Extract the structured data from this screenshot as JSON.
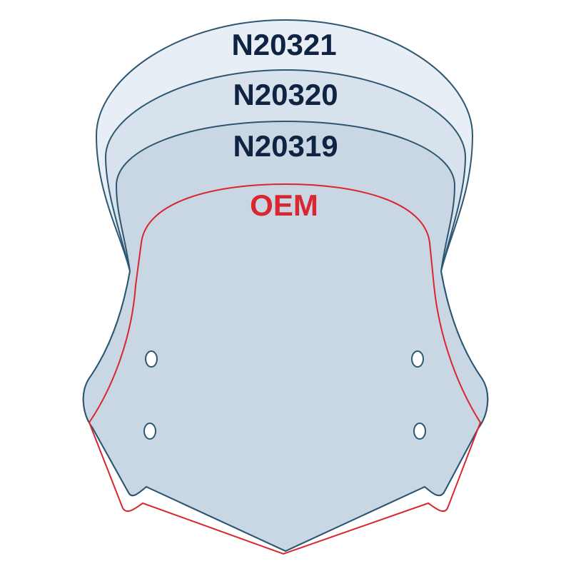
{
  "title": "Windscreen size comparison",
  "shapes": [
    {
      "label": "N20321",
      "fill": "#e8eef5"
    },
    {
      "label": "N20320",
      "fill": "#d8e2ec"
    },
    {
      "label": "N20319",
      "fill": "#c9d7e5"
    }
  ],
  "oem": {
    "label": "OEM",
    "color": "#d9262f"
  },
  "colors": {
    "outline": "#2d5670",
    "text": "#0f2442"
  }
}
